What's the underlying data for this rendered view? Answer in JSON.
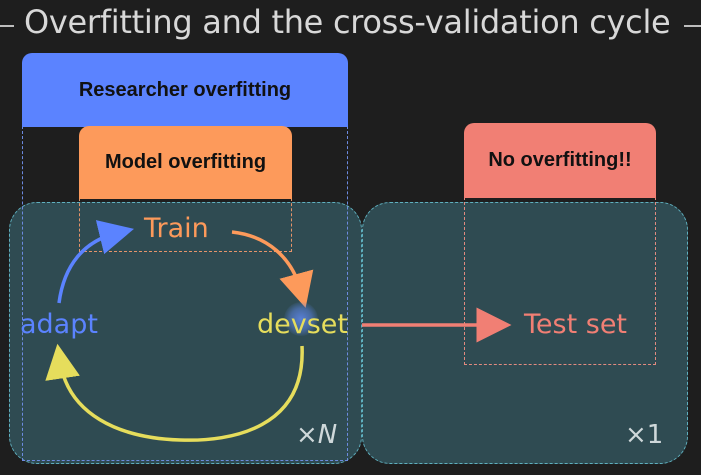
{
  "title": "Overfitting and the cross-validation cycle",
  "tabs": {
    "researcher": "Researcher overfitting",
    "model": "Model overfitting",
    "none": "No overfitting!!"
  },
  "nodes": {
    "train": "Train",
    "adapt": "adapt",
    "devset": "devset",
    "test": "Test set"
  },
  "multipliers": {
    "left_x": "×",
    "left_n": "N",
    "right_x": "×",
    "right_n": "1"
  },
  "colors": {
    "background": "#1e1e1e",
    "panel": "#2f4b52",
    "researcher": "#5b83ff",
    "model": "#fd9a5b",
    "none": "#f17f74",
    "devset": "#e6dd5c"
  }
}
